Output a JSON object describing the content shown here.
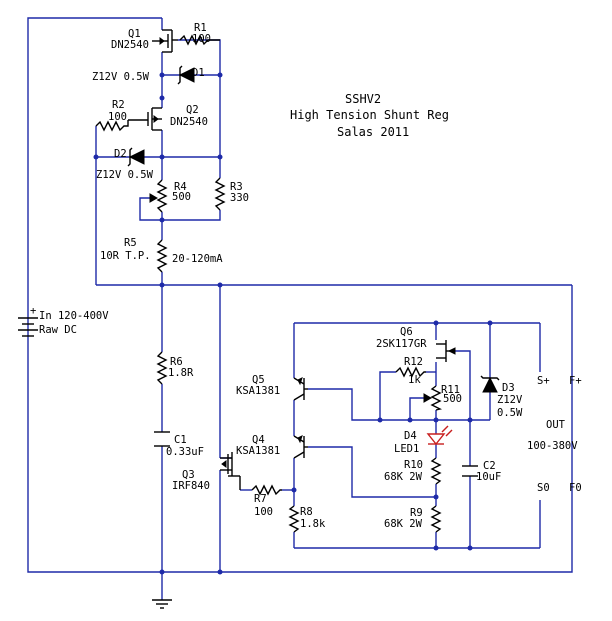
{
  "title": {
    "line1": "SSHV2",
    "line2": "High Tension Shunt Reg",
    "line3": "Salas 2011"
  },
  "components": {
    "q1": {
      "ref": "Q1",
      "part": "DN2540"
    },
    "r1": {
      "ref": "R1",
      "value": "100"
    },
    "z12v_d1": "Z12V 0.5W",
    "d1": {
      "ref": "D1"
    },
    "r2": {
      "ref": "R2",
      "value": "100"
    },
    "q2": {
      "ref": "Q2",
      "part": "DN2540"
    },
    "d2": {
      "ref": "D2",
      "value": "Z12V 0.5W"
    },
    "r3": {
      "ref": "R3",
      "value": "330"
    },
    "r4": {
      "ref": "R4",
      "value": "500"
    },
    "r5": {
      "ref": "R5",
      "value": "10R T.P."
    },
    "current_range": "20-120mA",
    "r6": {
      "ref": "R6",
      "value": "1.8R"
    },
    "c1": {
      "ref": "C1",
      "value": "0.33uF"
    },
    "q3": {
      "ref": "Q3",
      "part": "IRF840"
    },
    "r7": {
      "ref": "R7",
      "value": "100"
    },
    "r8": {
      "ref": "R8",
      "value": "1.8k"
    },
    "q4": {
      "ref": "Q4",
      "part": "KSA1381"
    },
    "q5": {
      "ref": "Q5",
      "part": "KSA1381"
    },
    "q6": {
      "ref": "Q6",
      "part": "2SK117GR"
    },
    "r12": {
      "ref": "R12",
      "value": "1k"
    },
    "r11": {
      "ref": "R11",
      "value": "500"
    },
    "d3": {
      "ref": "D3",
      "value": "Z12V",
      "power": "0.5W"
    },
    "d4": {
      "ref": "D4",
      "value": "LED1"
    },
    "r10": {
      "ref": "R10",
      "value": "68K 2W"
    },
    "r9": {
      "ref": "R9",
      "value": "68K 2W"
    },
    "c2": {
      "ref": "C2",
      "value": "10uF"
    }
  },
  "supply": {
    "in_label": "In 120-400V",
    "raw_label": "Raw DC",
    "plus_sign": "+"
  },
  "output": {
    "s_plus": "S+",
    "f_plus": "F+",
    "out": "OUT",
    "range": "100-380V",
    "s0": "S0",
    "f0": "F0"
  },
  "colors": {
    "wire": "#1e2aa8",
    "symbol": "#000000",
    "led": "#c81e1e"
  }
}
